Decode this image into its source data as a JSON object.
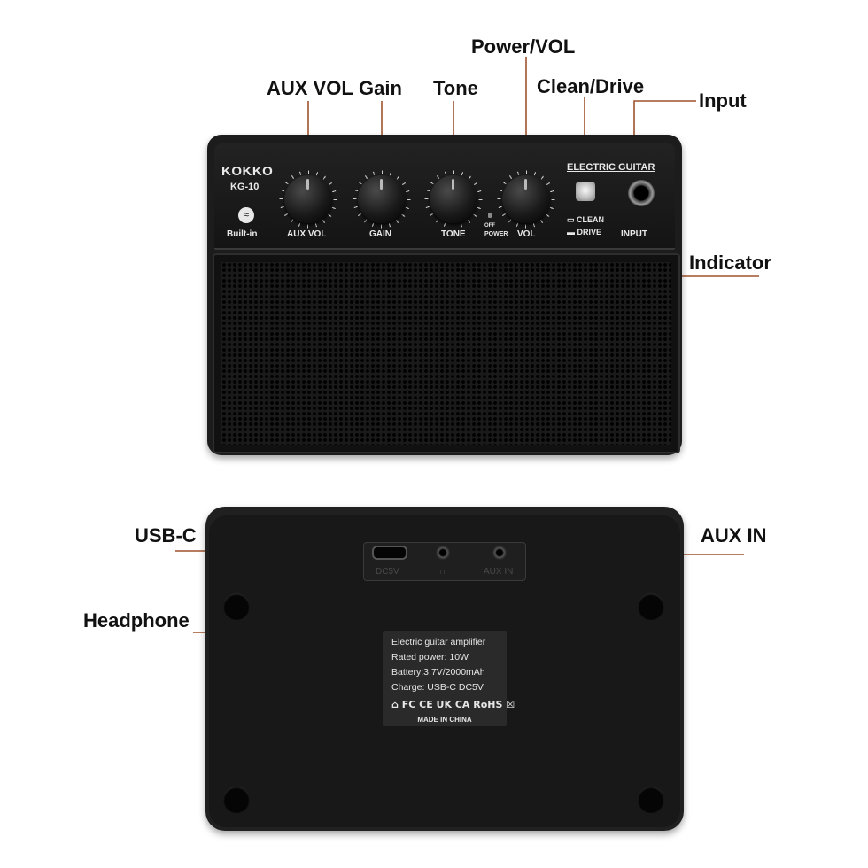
{
  "callouts": {
    "aux_vol": "AUX VOL",
    "gain": "Gain",
    "tone": "Tone",
    "power_vol": "Power/VOL",
    "clean_drive": "Clean/Drive",
    "input": "Input",
    "indicator": "Indicator",
    "usb_c": "USB-C",
    "aux_in": "AUX IN",
    "headphone": "Headphone"
  },
  "front_panel": {
    "brand": "KOKKO",
    "model": "KG-10",
    "electric_guitar": "ELECTRIC GUITAR",
    "builtin": "Built-in",
    "aux_vol": "AUX VOL",
    "gain": "GAIN",
    "tone": "TONE",
    "off": "OFF",
    "power": "POWER",
    "vol": "VOL",
    "clean": "CLEAN",
    "drive": "DRIVE",
    "input": "INPUT"
  },
  "back_panel": {
    "usb_engraving": "DC5V",
    "headphone_engraving": "∩",
    "aux_engraving": "AUX IN",
    "label": {
      "line1": "Electric guitar amplifier",
      "line2": "Rated power: 10W",
      "line3": "Battery:3.7V/2000mAh",
      "line4": "Charge: USB-C DC5V",
      "marks": "⌂ FC CE UK CA RoHS ☒",
      "made_in": "MADE IN CHINA"
    }
  },
  "colors": {
    "callout_line": "#a0522d",
    "amp_body": "#1c1c1c",
    "panel_text": "#e8e8e8"
  },
  "icons": [
    "bluetooth-icon",
    "knob-icon",
    "jack-icon",
    "switch-icon"
  ]
}
